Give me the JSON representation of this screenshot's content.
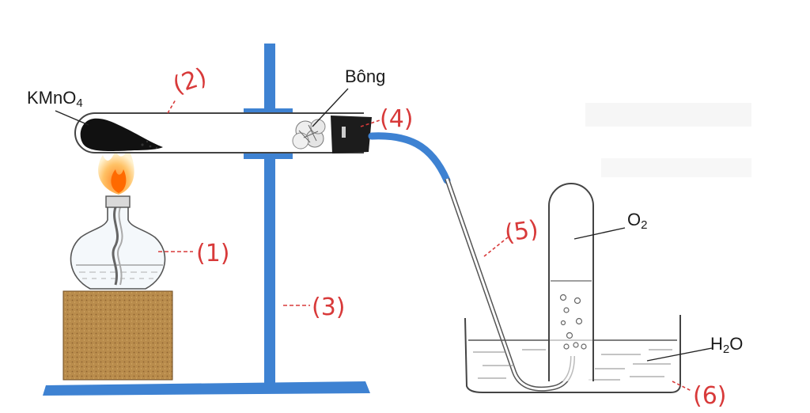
{
  "labels": {
    "kmno4": "KMnO",
    "kmno4_sub": "4",
    "bong": "Bông",
    "o2": "O",
    "o2_sub": "2",
    "h2o_h": "H",
    "h2o_sub": "2",
    "h2o_o": "O",
    "n1": "(1)",
    "n2": "(2)",
    "n3": "(3)",
    "n4": "(4)",
    "n5": "(5)",
    "n6": "(6)"
  },
  "colors": {
    "stand_blue": "#3e82d2",
    "hose_blue": "#3e82d2",
    "label_red": "#d83a3a",
    "wood_block": "#b88a4a",
    "water_line": "#555555",
    "kmno4_black": "#111111"
  }
}
